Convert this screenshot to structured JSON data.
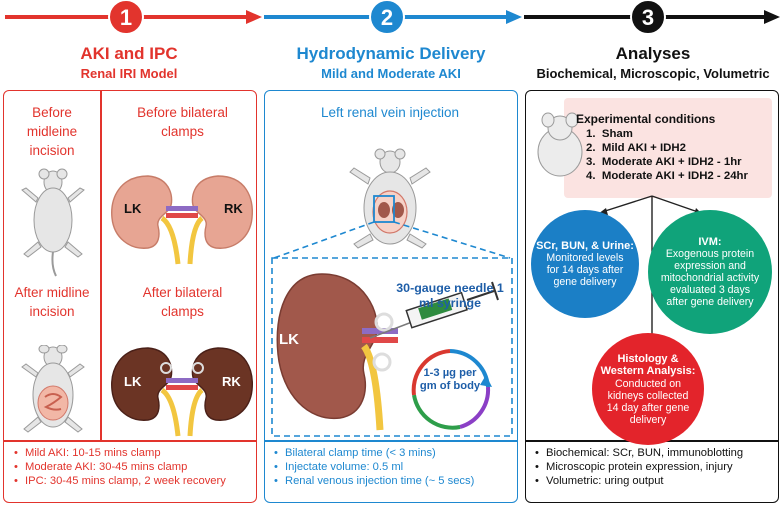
{
  "colors": {
    "red": "#e2342d",
    "blue": "#1e88d0",
    "black": "#111111",
    "teal": "#10a37a",
    "circle_blue": "#1b7fc6",
    "circle_red": "#e3242b",
    "kidney_pink": "#e7a593",
    "kidney_dark": "#6b3424",
    "kidney_main": "#a1584b",
    "conditions_bg": "#fbe3e1"
  },
  "step1": {
    "number": "1",
    "title": "AKI and IPC",
    "subtitle": "Renal IRI Model",
    "before_midline": "Before midleine incision",
    "before_clamps": "Before bilateral clamps",
    "after_midline": "After midline incision",
    "after_clamps": "After bilateral clamps",
    "lk": "LK",
    "rk": "RK",
    "bullets": [
      "Mild AKI: 10-15 mins clamp",
      "Moderate AKI: 30-45 mins clamp",
      "IPC: 30-45 mins clamp, 2 week recovery"
    ]
  },
  "step2": {
    "number": "2",
    "title": "Hydrodynamic Delivery",
    "subtitle": "Mild and Moderate AKI",
    "vein_label": "Left renal vein injection",
    "needle_label": "30-gauge needle 1 ml syringe",
    "dose_label": "1-3 µg per gm of body",
    "lk": "LK",
    "bullets": [
      "Bilateral clamp time (< 3 mins)",
      "Injectate volume: 0.5 ml",
      "Renal venous injection time (~ 5 secs)"
    ]
  },
  "step3": {
    "number": "3",
    "title": "Analyses",
    "subtitle": "Biochemical, Microscopic, Volumetric",
    "conditions_title": "Experimental conditions",
    "conditions": [
      "Sham",
      "Mild AKI + IDH2",
      "Moderate AKI + IDH2 - 1hr",
      "Moderate AKI + IDH2 - 24hr"
    ],
    "circle_blue": {
      "title": "SCr, BUN, & Urine:",
      "body": "Monitored levels for 14 days after gene delivery"
    },
    "circle_green": {
      "title": "IVM:",
      "body": "Exogenous protein expression and mitochondrial activity evaluated 3 days after gene delivery"
    },
    "circle_red": {
      "title": "Histology & Western Analysis:",
      "body": "Conducted on kidneys collected 14 day after gene delivery"
    },
    "bullets": [
      "Biochemical: SCr, BUN, immunoblotting",
      "Microscopic protein expression, injury",
      "Volumetric: uring output"
    ]
  }
}
